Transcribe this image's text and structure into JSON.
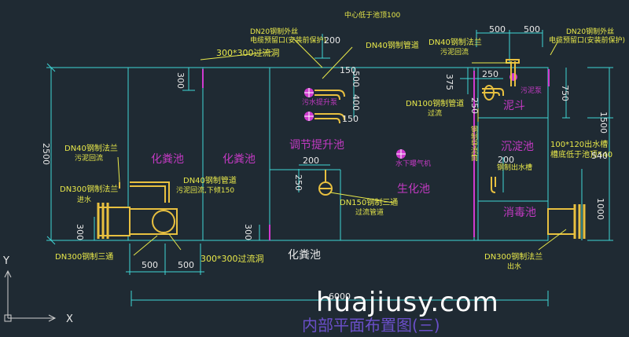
{
  "pools": {
    "septic1": "化粪池",
    "septic2": "化粪池",
    "septic_bottom": "化粪池",
    "regulating": "调节提升池",
    "biochem": "生化池",
    "sediment": "沉淀池",
    "disinfect": "消毒池",
    "funnel": "泥斗"
  },
  "labels": {
    "center_low": "中心低于池顶100",
    "dn20_left_a": "DN20钢制外丝",
    "dn20_left_b": "电缆预留口(安装前保护)",
    "dn20_right_a": "DN20钢制外丝",
    "dn20_right_b": "电缆预留口(安装前保护)",
    "hole_top": "300*300过流洞",
    "hole_bottom": "300*300过流洞",
    "dn40_top": "DN40钢制管道",
    "dn40_right_a": "DN40钢制法兰",
    "dn40_right_b": "污泥回流",
    "dn40_left_a": "DN40钢制法兰",
    "dn40_left_b": "污泥回流",
    "dn40_mid_a": "DN40钢制管道",
    "dn40_mid_b": "污泥回流,下倾150",
    "dn100_a": "DN100钢制管道",
    "dn100_b": "过流",
    "dn150_a": "DN150钢制三通",
    "dn150_b": "过流管道",
    "dn300_in_a": "DN300钢制法兰",
    "dn300_in_b": "进水",
    "dn300_tee": "DN300钢制三通",
    "dn300_out_a": "DN300钢制法兰",
    "dn300_out_b": "出水",
    "weir_a": "100*120出水槽",
    "weir_b": "槽底低于池顶540",
    "pump_lift": "污水提升泵",
    "pump_sludge": "污泥泵",
    "aerator": "水下曝气机",
    "outflow_weir": "钢制出水槽",
    "baffle": "钢制导流筒"
  },
  "dims": {
    "d500a": "500",
    "d500b": "500",
    "d200a": "200",
    "d150": "150",
    "d500c": "500",
    "d400": "400",
    "d375": "375",
    "d250a": "250",
    "d750": "750",
    "d1500": "1500",
    "d2500": "2500",
    "d300a": "300",
    "d300b": "300",
    "d300c": "300",
    "d200b": "200",
    "d250b": "250",
    "d200c": "200",
    "d1000": "1000",
    "d500d": "500",
    "d500e": "500",
    "d6000": "6000",
    "d540": "540",
    "d150b": "150",
    "d250c": "250"
  },
  "axes": {
    "y": "Y",
    "x": "X"
  },
  "watermark": "huajiusy.com",
  "title": "内部平面布置图(三)"
}
